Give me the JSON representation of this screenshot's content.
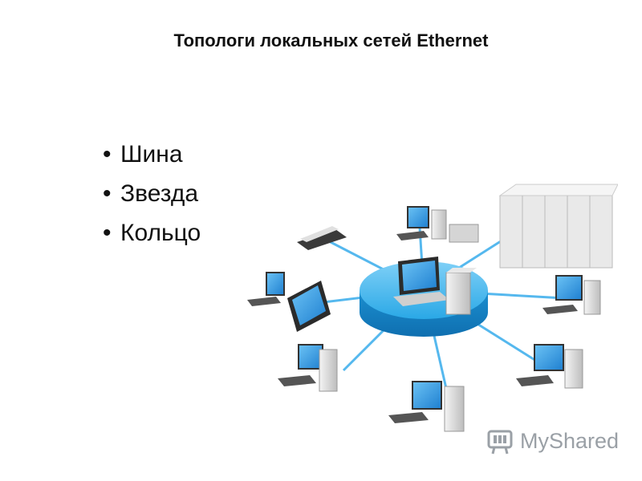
{
  "slide": {
    "title": "Топологи локальных сетей Ethernet",
    "bullets": [
      "Шина",
      "Звезда",
      "Кольцо"
    ]
  },
  "illustration": {
    "hub_color": "#2aa8e6",
    "link_color": "#55b8ee",
    "screen_color": "#1e8fe0"
  },
  "watermark": {
    "text": "MyShared",
    "icon": "myshared-logo-icon"
  }
}
